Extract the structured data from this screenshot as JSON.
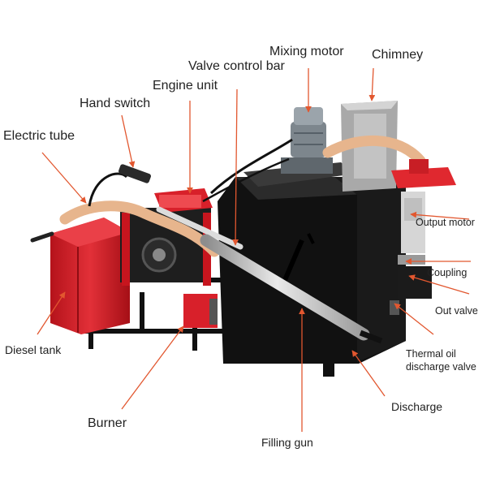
{
  "figure": {
    "subject": "crack sealing machine",
    "colors": {
      "arrow": "#e2572f",
      "machine_red": "#d8202a",
      "tank_black": "#111111",
      "steel": "#b9b9b9",
      "hose": "#e7b58d"
    }
  },
  "callouts": [
    {
      "id": "mixing-motor",
      "text": "Mixing motor"
    },
    {
      "id": "chimney",
      "text": "Chimney"
    },
    {
      "id": "valve-control-bar",
      "text": "Valve control bar"
    },
    {
      "id": "engine-unit",
      "text": "Engine unit"
    },
    {
      "id": "hand-switch",
      "text": "Hand switch"
    },
    {
      "id": "electric-tube",
      "text": "Electric tube"
    },
    {
      "id": "output-motor",
      "text": "Output motor"
    },
    {
      "id": "coupling",
      "text": "Coupling"
    },
    {
      "id": "out-valve",
      "text": "Out valve"
    },
    {
      "id": "thermal-oil-valve",
      "lines": [
        "Thermal oil",
        "discharge valve"
      ]
    },
    {
      "id": "discharge",
      "text": "Discharge"
    },
    {
      "id": "diesel-tank",
      "text": "Diesel tank"
    },
    {
      "id": "burner",
      "text": "Burner"
    },
    {
      "id": "filling-gun",
      "text": "Filling gun"
    }
  ]
}
